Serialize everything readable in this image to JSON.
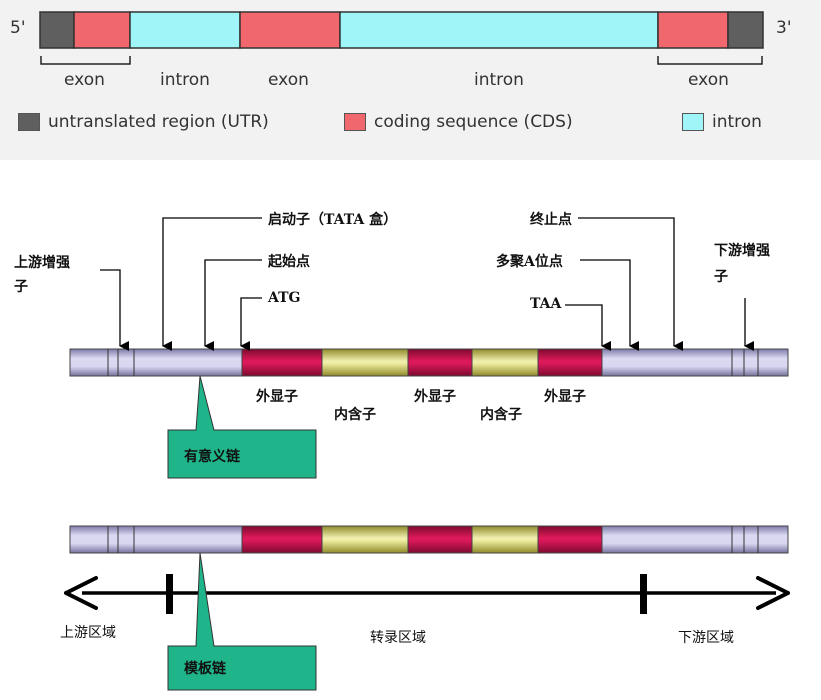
{
  "colors": {
    "utr": "#5f5f5f",
    "cds": "#f0686e",
    "intron": "#9ff5f8",
    "exon_red": "#c8104c",
    "intron_yellow": "#e0dc6c",
    "flank": "#b4b2d8",
    "callout": "#20b48a"
  },
  "top": {
    "end5": "5'",
    "end3": "3'",
    "labels": {
      "exon1": "exon",
      "intron1": "intron",
      "exon2": "exon",
      "intron2": "intron",
      "exon3": "exon"
    },
    "legend": {
      "utr": "untranslated region (UTR)",
      "cds": "coding sequence (CDS)",
      "intron": "intron"
    }
  },
  "bottom": {
    "labels": {
      "promoter": "启动子（TATA 盒）",
      "start_site": "起始点",
      "atg": "ATG",
      "upstream_enhancer_1": "上游增强",
      "upstream_enhancer_2": "子",
      "stop_site": "终止点",
      "polya": "多聚A位点",
      "taa": "TAA",
      "downstream_enhancer_1": "下游增强",
      "downstream_enhancer_2": "子",
      "exon1": "外显子",
      "intron1": "内含子",
      "exon2": "外显子",
      "intron2": "内含子",
      "exon3": "外显子",
      "sense_strand": "有意义链",
      "template_strand": "模板链",
      "upstream_region": "上游区域",
      "transcribed_region": "转录区域",
      "downstream_region": "下游区域"
    }
  }
}
